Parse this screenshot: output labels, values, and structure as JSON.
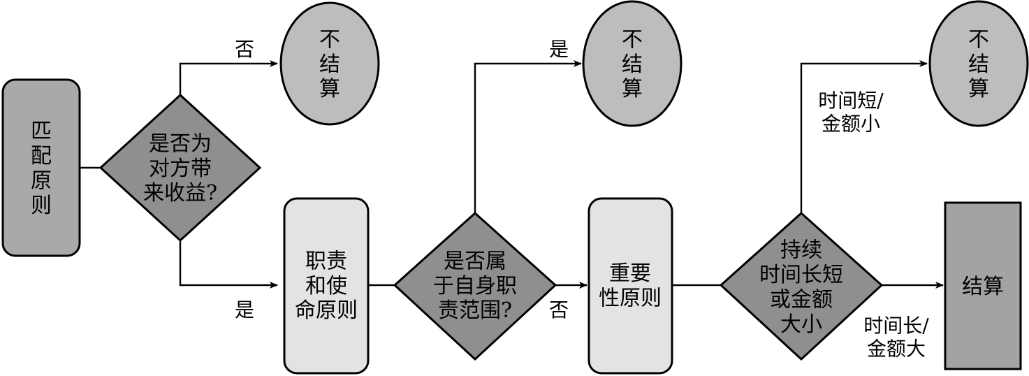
{
  "colors": {
    "stroke": "#000000",
    "rounded_dark": "#a9a9a9",
    "rounded_light": "#e3e3e3",
    "decision": "#8f8f8f",
    "terminal_ellipse": "#bdbdbd",
    "final_box": "#a3a3a3"
  },
  "nodes": {
    "matching": {
      "lines": [
        "匹",
        "配",
        "原",
        "则"
      ]
    },
    "decision_benefit": {
      "lines": [
        "是否为",
        "对方带",
        "来收益?"
      ]
    },
    "no_settle_1": {
      "lines": [
        "不",
        "结",
        "算"
      ]
    },
    "duty": {
      "lines": [
        "职责",
        "和使",
        "命原则"
      ]
    },
    "decision_scope": {
      "lines": [
        "是否属",
        "于自身职",
        "责范围?"
      ]
    },
    "no_settle_2": {
      "lines": [
        "不",
        "结",
        "算"
      ]
    },
    "materiality": {
      "lines": [
        "重要",
        "性原则"
      ]
    },
    "decision_duration": {
      "lines": [
        "持续",
        "时间长短",
        "或金额",
        "大小"
      ]
    },
    "no_settle_3": {
      "lines": [
        "不",
        "结",
        "算"
      ]
    },
    "settle": {
      "lines": [
        "结算"
      ]
    }
  },
  "edges": {
    "benefit_no": {
      "lines": [
        "否"
      ]
    },
    "benefit_yes": {
      "lines": [
        "是"
      ]
    },
    "scope_yes": {
      "lines": [
        "是"
      ]
    },
    "scope_no": {
      "lines": [
        "否"
      ]
    },
    "duration_short": {
      "lines": [
        "时间短/",
        "金额小"
      ]
    },
    "duration_long": {
      "lines": [
        "时间长/",
        "金额大"
      ]
    }
  }
}
